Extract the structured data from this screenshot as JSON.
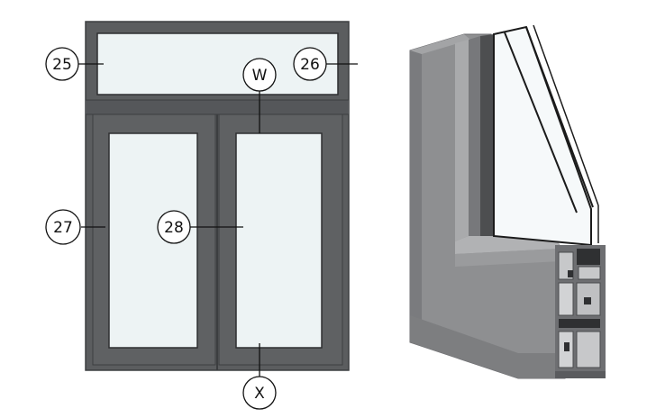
{
  "callouts": {
    "c25": "25",
    "c26": "26",
    "c27": "27",
    "c28": "28",
    "w": "W",
    "x": "X"
  },
  "colors": {
    "frame": "#5b5d5f",
    "frame_edge": "#3c3e40",
    "glass": "#edf3f4",
    "profile_face": "#8e8f91",
    "profile_dark": "#6c6d70",
    "profile_light": "#b1b2b4",
    "glass_line": "#1b1b1b"
  }
}
